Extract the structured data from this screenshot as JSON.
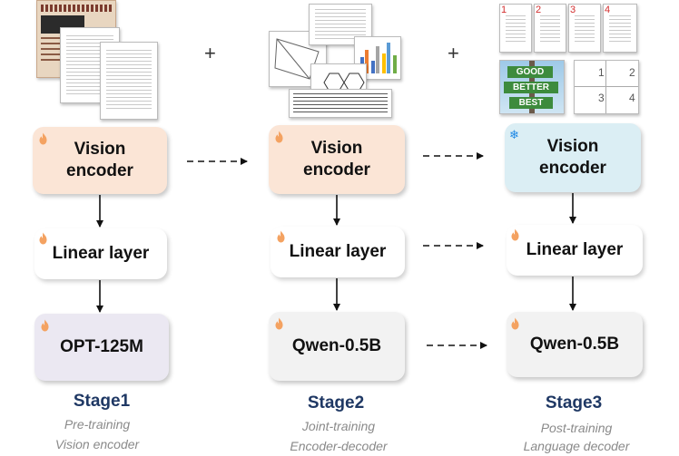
{
  "stages": [
    {
      "title": "Stage1",
      "subtitle": [
        "Pre-training",
        "Vision encoder"
      ],
      "vision": "Vision\nencoder",
      "vision_state": "flame-icon",
      "linear": "Linear layer",
      "linear_state": "flame-icon",
      "llm": "OPT-125M",
      "llm_state": "flame-icon"
    },
    {
      "title": "Stage2",
      "subtitle": [
        "Joint-training",
        "Encoder-decoder"
      ],
      "vision": "Vision\nencoder",
      "vision_state": "flame-icon",
      "linear": "Linear layer",
      "linear_state": "flame-icon",
      "llm": "Qwen-0.5B",
      "llm_state": "flame-icon"
    },
    {
      "title": "Stage3",
      "subtitle": [
        "Post-training",
        "Language decoder"
      ],
      "vision": "Vision\nencoder",
      "vision_state": "snowflake-icon",
      "linear": "Linear layer",
      "linear_state": "flame-icon",
      "llm": "Qwen-0.5B",
      "llm_state": "flame-icon"
    }
  ],
  "plus_sign": "+",
  "stage3_thumbnails": {
    "page_numbers": [
      "1",
      "2",
      "3",
      "4"
    ],
    "grid_numbers": [
      "1",
      "2",
      "3",
      "4"
    ],
    "sign_words": [
      "GOOD",
      "BETTER",
      "BEST"
    ]
  },
  "colors": {
    "flame": "#f4a261",
    "snowflake": "#1e88e5",
    "stage_title": "#1f3864",
    "vision_hot": "#fbe5d6",
    "vision_cold": "#dbeef4"
  }
}
